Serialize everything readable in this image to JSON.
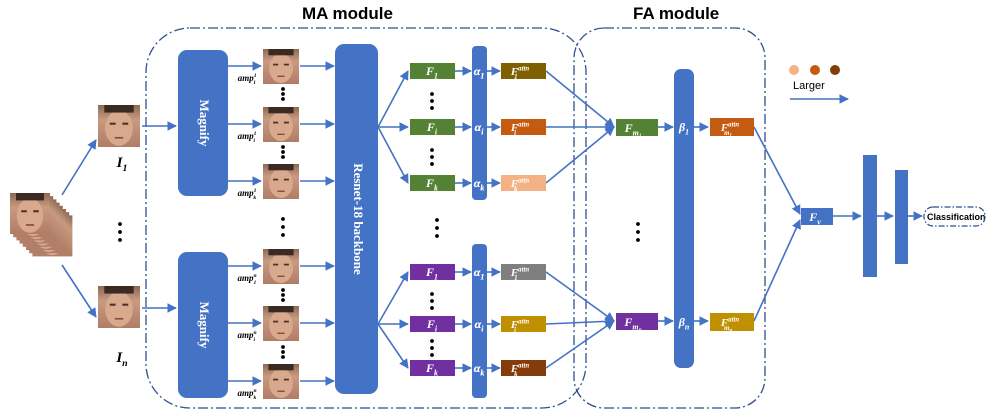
{
  "titles": {
    "ma_module": "MA module",
    "fa_module": "FA module"
  },
  "blocks": {
    "magnify": "Magnify",
    "backbone": "Resnet-18 backbone",
    "classification": "Classification",
    "larger": "Larger"
  },
  "inputs": {
    "top": {
      "base": "I",
      "sub": "1"
    },
    "bottom": {
      "base": "I",
      "sub": "n"
    }
  },
  "amp_labels": {
    "top": [
      {
        "base": "amp",
        "sup": "1",
        "sub": "1"
      },
      {
        "base": "amp",
        "sup": "1",
        "sub": "i"
      },
      {
        "base": "amp",
        "sup": "1",
        "sub": "k"
      }
    ],
    "bottom": [
      {
        "base": "amp",
        "sup": "n",
        "sub": "1"
      },
      {
        "base": "amp",
        "sup": "n",
        "sub": "i"
      },
      {
        "base": "amp",
        "sup": "n",
        "sub": "k"
      }
    ]
  },
  "features": {
    "top": [
      {
        "base": "F",
        "sub": "1"
      },
      {
        "base": "F",
        "sub": "i"
      },
      {
        "base": "F",
        "sub": "k"
      }
    ],
    "bottom": [
      {
        "base": "F",
        "sub": "1"
      },
      {
        "base": "F",
        "sub": "i"
      },
      {
        "base": "F",
        "sub": "k"
      }
    ]
  },
  "alphas": {
    "top": [
      {
        "base": "α",
        "sub": "1"
      },
      {
        "base": "α",
        "sub": "i"
      },
      {
        "base": "α",
        "sub": "k"
      }
    ],
    "bottom": [
      {
        "base": "α",
        "sub": "1"
      },
      {
        "base": "α",
        "sub": "i"
      },
      {
        "base": "α",
        "sub": "k"
      }
    ]
  },
  "attn_features": {
    "top": [
      {
        "base": "F",
        "sub": "1",
        "sup": "attn"
      },
      {
        "base": "F",
        "sub": "i",
        "sup": "attn"
      },
      {
        "base": "F",
        "sub": "k",
        "sup": "attn"
      }
    ],
    "bottom": [
      {
        "base": "F",
        "sub": "1",
        "sup": "attn"
      },
      {
        "base": "F",
        "sub": "i",
        "sup": "attn"
      },
      {
        "base": "F",
        "sub": "k",
        "sup": "attn"
      }
    ]
  },
  "fa": {
    "fm": [
      {
        "base": "F",
        "sub": "m",
        "subsub": "1"
      },
      {
        "base": "F",
        "sub": "m",
        "subsub": "n"
      }
    ],
    "betas": [
      {
        "base": "β",
        "sub": "1"
      },
      {
        "base": "β",
        "sub": "n"
      }
    ],
    "fm_attn": [
      {
        "base": "F",
        "sub": "m",
        "subsub": "1",
        "sup": "attn"
      },
      {
        "base": "F",
        "sub": "m",
        "subsub": "n",
        "sup": "attn"
      }
    ],
    "fv": {
      "base": "F",
      "sub": "v"
    }
  },
  "colors": {
    "block_blue": "#4472c4",
    "green": "#548235",
    "purple": "#7030a0",
    "olive": "#7f6000",
    "orange": "#c55a11",
    "peach": "#f4b183",
    "gray": "#7f7f7f",
    "gold": "#bf9000",
    "brown": "#843c0c",
    "dot_light": "#f4b183",
    "dot_mid": "#c55a11",
    "dot_dark": "#843c0c"
  }
}
